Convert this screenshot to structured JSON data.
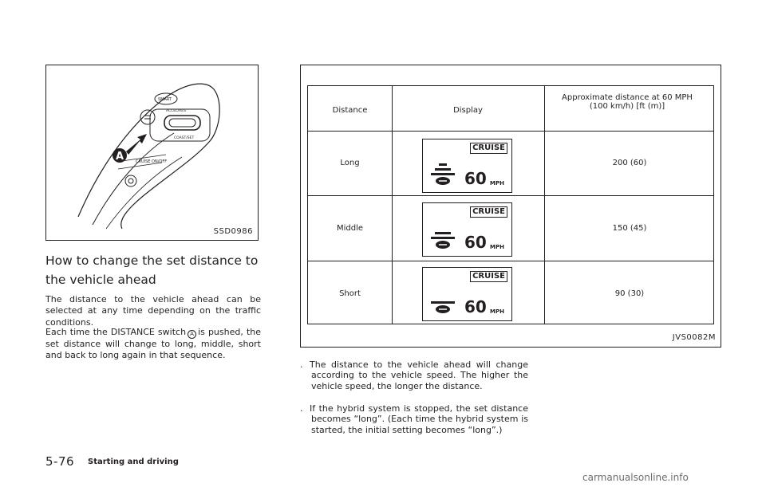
{
  "left_figure": {
    "code": "SSD0986",
    "marker_label": "A",
    "switch_labels": {
      "upper": "SMART",
      "middle": "ACCEL/RES",
      "lower": "COAST/SET",
      "cruise": "CRUISE ON/OFF"
    }
  },
  "section": {
    "heading": "How to change the set distance to the vehicle ahead",
    "para1": "The distance to the vehicle ahead can be selected at any time depending on the traffic conditions.",
    "para2_start": "Each time the DISTANCE switch",
    "para2_symbol": "A",
    "para2_end": "is pushed, the set distance will change to long, middle, short and back to long again in that sequence."
  },
  "right_figure": {
    "code": "JVS0082M",
    "headers": {
      "distance": "Distance",
      "display": "Display",
      "approx": "Approximate distance at 60 MPH (100 km/h) [ft (m)]"
    },
    "rows": [
      {
        "distance": "Long",
        "cruise": "CRUISE",
        "speed": "60",
        "unit": "MPH",
        "value": "200 (60)",
        "bars": 3
      },
      {
        "distance": "Middle",
        "cruise": "CRUISE",
        "speed": "60",
        "unit": "MPH",
        "value": "150 (45)",
        "bars": 2
      },
      {
        "distance": "Short",
        "cruise": "CRUISE",
        "speed": "60",
        "unit": "MPH",
        "value": "90 (30)",
        "bars": 1
      }
    ]
  },
  "bullets": [
    {
      "dot": ".",
      "text": "The distance to the vehicle ahead will change according to the vehicle speed. The higher the vehicle speed, the longer the distance."
    },
    {
      "dot": ".",
      "text": "If the hybrid system is stopped, the set distance becomes “long”. (Each time the hybrid system is started, the initial setting becomes “long”.)"
    }
  ],
  "footer": {
    "page_number": "5-76",
    "section_name": "Starting and driving"
  },
  "watermark": "carmanualsonline.info"
}
